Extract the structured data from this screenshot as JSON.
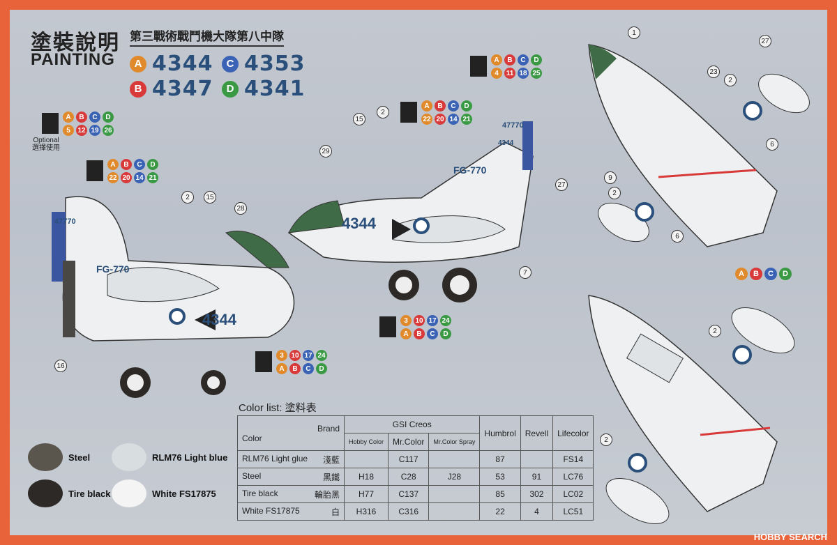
{
  "header": {
    "title_cn": "塗裝說明",
    "title_en": "PAINTING",
    "unit": "第三戰術戰鬥機大隊第八中隊"
  },
  "variants": [
    {
      "letter": "A",
      "number": "4344",
      "color": "#e08a2c"
    },
    {
      "letter": "C",
      "number": "4353",
      "color": "#3b63b5"
    },
    {
      "letter": "B",
      "number": "4347",
      "color": "#d83a3a"
    },
    {
      "letter": "D",
      "number": "4341",
      "color": "#3a9a44"
    }
  ],
  "decal_groups": [
    {
      "letters": [
        "A",
        "B",
        "C",
        "D"
      ],
      "numbers": [
        "5",
        "12",
        "19",
        "26"
      ]
    },
    {
      "letters": [
        "A",
        "B",
        "C",
        "D"
      ],
      "numbers": [
        "22",
        "20",
        "14",
        "21"
      ]
    },
    {
      "letters": [
        "A",
        "B",
        "C",
        "D"
      ],
      "numbers": [
        "22",
        "20",
        "14",
        "21"
      ]
    },
    {
      "letters": [
        "A",
        "B",
        "C",
        "D"
      ],
      "numbers": [
        "4",
        "11",
        "18",
        "25"
      ]
    },
    {
      "numbers": [
        "3",
        "10",
        "17",
        "24"
      ],
      "letters": [
        "A",
        "B",
        "C",
        "D"
      ]
    },
    {
      "numbers": [
        "3",
        "10",
        "17",
        "24"
      ],
      "letters": [
        "A",
        "B",
        "C",
        "D"
      ]
    }
  ],
  "optional_label": {
    "en": "Optional",
    "cn": "選擇使用"
  },
  "callouts": [
    "1",
    "2",
    "2",
    "2",
    "2",
    "2",
    "2",
    "6",
    "6",
    "7",
    "9",
    "15",
    "15",
    "16",
    "23",
    "27",
    "27",
    "28",
    "29"
  ],
  "aircraft_markings": {
    "serial": "47770",
    "code": "FG-770",
    "tail_number": "4344",
    "fuselage_number": "4344"
  },
  "plan_view_legend": [
    "A",
    "B",
    "C",
    "D"
  ],
  "swatches": [
    {
      "name": "Steel",
      "color": "#5a554d"
    },
    {
      "name": "RLM76 Light blue",
      "color": "#d8dde0"
    },
    {
      "name": "Tire black",
      "color": "#2d2926"
    },
    {
      "name": "White FS17875",
      "color": "#f4f4f4"
    }
  ],
  "color_list": {
    "title": "Color list: 塗料表",
    "header_brand": "Brand",
    "header_color": "Color",
    "gsi": "GSI Creos",
    "hobby_color": "Hobby Color",
    "mr_color": "Mr.Color",
    "mr_color_spray": "Mr.Color Spray",
    "humbrol": "Humbrol",
    "revell": "Revell",
    "lifecolor": "Lifecolor",
    "rows": [
      {
        "name": "RLM76 Light glue",
        "cn": "淺藍",
        "hobby": "",
        "mr": "C117",
        "spray": "",
        "humbrol": "87",
        "revell": "",
        "life": "FS14"
      },
      {
        "name": "Steel",
        "cn": "黑鐵",
        "hobby": "H18",
        "mr": "C28",
        "spray": "J28",
        "humbrol": "53",
        "revell": "91",
        "life": "LC76"
      },
      {
        "name": "Tire black",
        "cn": "輪胎黑",
        "hobby": "H77",
        "mr": "C137",
        "spray": "",
        "humbrol": "85",
        "revell": "302",
        "life": "LC02"
      },
      {
        "name": "White FS17875",
        "cn": "白",
        "hobby": "H316",
        "mr": "C316",
        "spray": "",
        "humbrol": "22",
        "revell": "4",
        "life": "LC51"
      }
    ]
  },
  "watermark": "HOBBY SEARCH"
}
